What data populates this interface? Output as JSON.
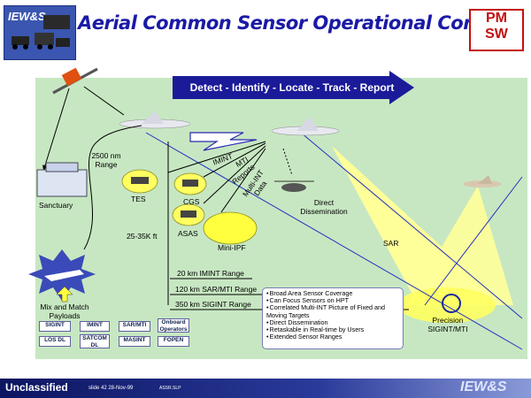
{
  "title": "Aerial Common Sensor Operational Concept",
  "logo_left_text": "IEW&S",
  "logo_right": [
    "PM",
    "SW"
  ],
  "banner": "Detect - Identify - Locate - Track - Report",
  "labels": {
    "range": "2500 nm Range",
    "sanctuary": "Sanctuary",
    "tes": "TES",
    "cgs": "CGS",
    "asas": "ASAS",
    "altitude": "25-35K ft",
    "mini_ipf": "Mini-IPF",
    "imint": "IMINT",
    "mti": "MTI",
    "reports": "Reports",
    "multi_int": "Multi-INT Data",
    "direct": "Direct Dissemination",
    "sar": "SAR",
    "precision": "Precision SIGINT/MTI",
    "mix": "Mix and Match Payloads",
    "imint_range": "20 km IMINT Range",
    "sar_range": "120 km SAR/MTI Range",
    "sigint_range": "350 km SIGINT Range",
    "onboard": "Onboard Operators"
  },
  "payloads": [
    "SIGINT",
    "IMINT",
    "SAR/MTI",
    "LOS DL",
    "SATCOM DL",
    "MASINT",
    "FOPEN"
  ],
  "bullets": [
    "Broad Area Sensor Coverage",
    "Can Focus Sensors on HPT",
    "Correlated Multi-INT Picture of Fixed and Moving Targets",
    "Direct Dissemination",
    "Retaskable in Real-time by Users",
    "Extended Sensor Ranges"
  ],
  "footer": {
    "classification": "Unclassified",
    "meta": "slide 42     28-Nov-99",
    "small": "ASSR.SLP",
    "logo": "IEW&S"
  },
  "colors": {
    "title": "#1a1aa6",
    "panel": "#c7e7c2",
    "banner": "#1b1b9a",
    "beam": "#ffff9a"
  }
}
